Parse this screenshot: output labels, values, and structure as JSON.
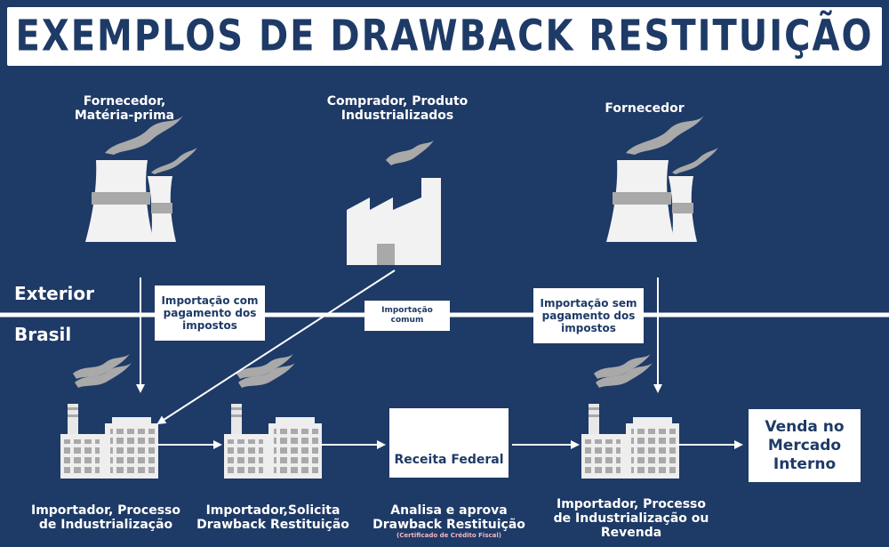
{
  "title": "EXEMPLOS DE DRAWBACK RESTITUIÇÃO",
  "regions": {
    "exterior": "Exterior",
    "brasil": "Brasil"
  },
  "top": {
    "supplier_raw": {
      "line1": "Fornecedor,",
      "line2": "Matéria-prima"
    },
    "buyer": {
      "line1": "Comprador, Produto",
      "line2": "Industrializados"
    },
    "supplier": {
      "line1": "Fornecedor"
    }
  },
  "boxes": {
    "import_with_taxes": [
      "Importação com",
      "pagamento dos",
      "impostos"
    ],
    "common_import": [
      "Importação",
      "comum"
    ],
    "import_without_taxes": [
      "Importação sem",
      "pagamento dos",
      "impostos"
    ]
  },
  "bottom": {
    "importer_process": [
      "Importador, Processo",
      "de Industrialização"
    ],
    "importer_request": [
      "Importador,Solicita",
      "Drawback Restituição"
    ],
    "analysis": [
      "Analisa e aprova",
      "Drawback Restituição"
    ],
    "certificate_note": "(Certificado de Crédito Fiscal)",
    "importer_resale": [
      "Importador, Processo",
      "de Industrialização ou",
      "Revenda"
    ]
  },
  "receita": {
    "label": "Receita Federal"
  },
  "sale": [
    "Venda no",
    "Mercado",
    "Interno"
  ],
  "colors": {
    "background": "#1e3a66",
    "white": "#ffffff",
    "icon_light": "#eeeeee",
    "icon_gray": "#a9a9a9",
    "note_pink": "#f3b6c4"
  },
  "icons": [
    "cooling-tower-icon",
    "factory-icon",
    "building-factory-icon",
    "receita-federal-logo-icon",
    "arrow-icon"
  ]
}
